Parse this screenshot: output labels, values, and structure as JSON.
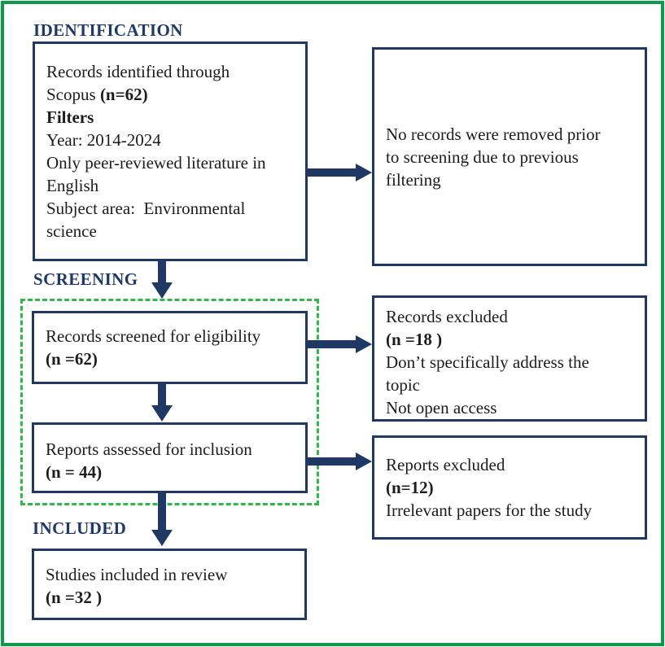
{
  "stage_labels": {
    "identification": "IDENTIFICATION",
    "screening": "SCREENING",
    "included": "INCLUDED"
  },
  "boxes": {
    "records_identified": {
      "l1": "Records identified through",
      "l2a": "Scopus ",
      "l2b": "(n=62)",
      "l3": "Filters",
      "l4": "Year: 2014-2024",
      "l5": "Only peer-reviewed literature in",
      "l6": "English",
      "l7": "Subject area:  Environmental",
      "l8": "science"
    },
    "no_records_removed": {
      "l1": "No records were removed prior",
      "l2": "to screening due to previous",
      "l3": "filtering"
    },
    "records_screened": {
      "l1": "Records screened for eligibility",
      "l2": "(n =62)"
    },
    "records_excluded": {
      "l1": "Records excluded",
      "l2": "(n =18 )",
      "l3": "Don’t specifically address the",
      "l4": "topic",
      "l5": "Not open access"
    },
    "reports_assessed": {
      "l1": "Reports assessed for inclusion",
      "l2": "(n = 44)"
    },
    "reports_excluded": {
      "l1": "Reports excluded",
      "l2": "(n=12)",
      "l3": "Irrelevant papers for the study"
    },
    "studies_included": {
      "l1": "Studies included in review",
      "l2": "(n =32 )"
    }
  },
  "colors": {
    "navy": "#1f3864",
    "outer_border_green": "#0a9b4b",
    "dashed_border_green": "#2db94b",
    "text": "#1c1c1c",
    "background": "#ffffff"
  }
}
